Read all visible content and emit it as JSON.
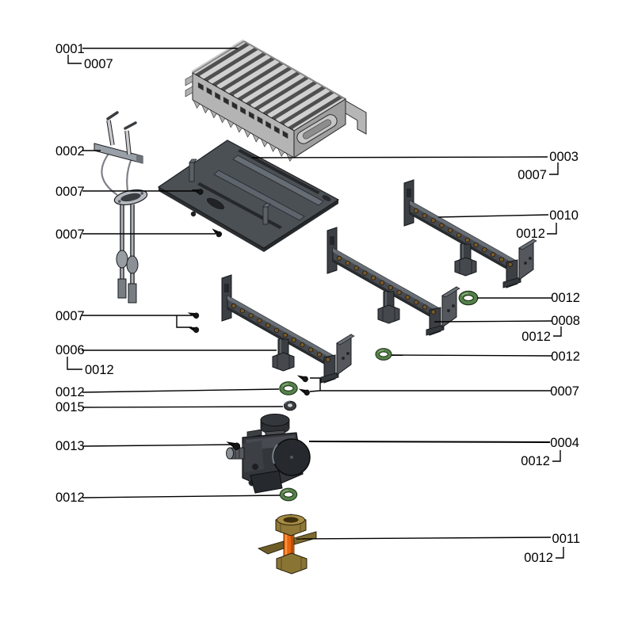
{
  "diagram": {
    "kind": "exploded-parts-diagram",
    "colors": {
      "background": "#ffffff",
      "leader_line": "#000000",
      "label_text": "#000000",
      "part_gray_light": "#c6c6c6",
      "part_gray_dark": "#33363b",
      "oring_green": "#55814a",
      "copper_orange": "#e8650f",
      "brass": "#8f7838",
      "injector_brass": "#76592a"
    }
  },
  "callouts": [
    {
      "label": "0001"
    },
    {
      "label": "0007"
    },
    {
      "label": "0002"
    },
    {
      "label": "0007"
    },
    {
      "label": "0007"
    },
    {
      "label": "0007"
    },
    {
      "label": "0006"
    },
    {
      "label": "0012"
    },
    {
      "label": "0012"
    },
    {
      "label": "0015"
    },
    {
      "label": "0013"
    },
    {
      "label": "0012"
    },
    {
      "label": "0003"
    },
    {
      "label": "0007"
    },
    {
      "label": "0010"
    },
    {
      "label": "0012"
    },
    {
      "label": "0012"
    },
    {
      "label": "0008"
    },
    {
      "label": "0012"
    },
    {
      "label": "0012"
    },
    {
      "label": "0007"
    },
    {
      "label": "0004"
    },
    {
      "label": "0012"
    },
    {
      "label": "0011"
    },
    {
      "label": "0012"
    }
  ]
}
